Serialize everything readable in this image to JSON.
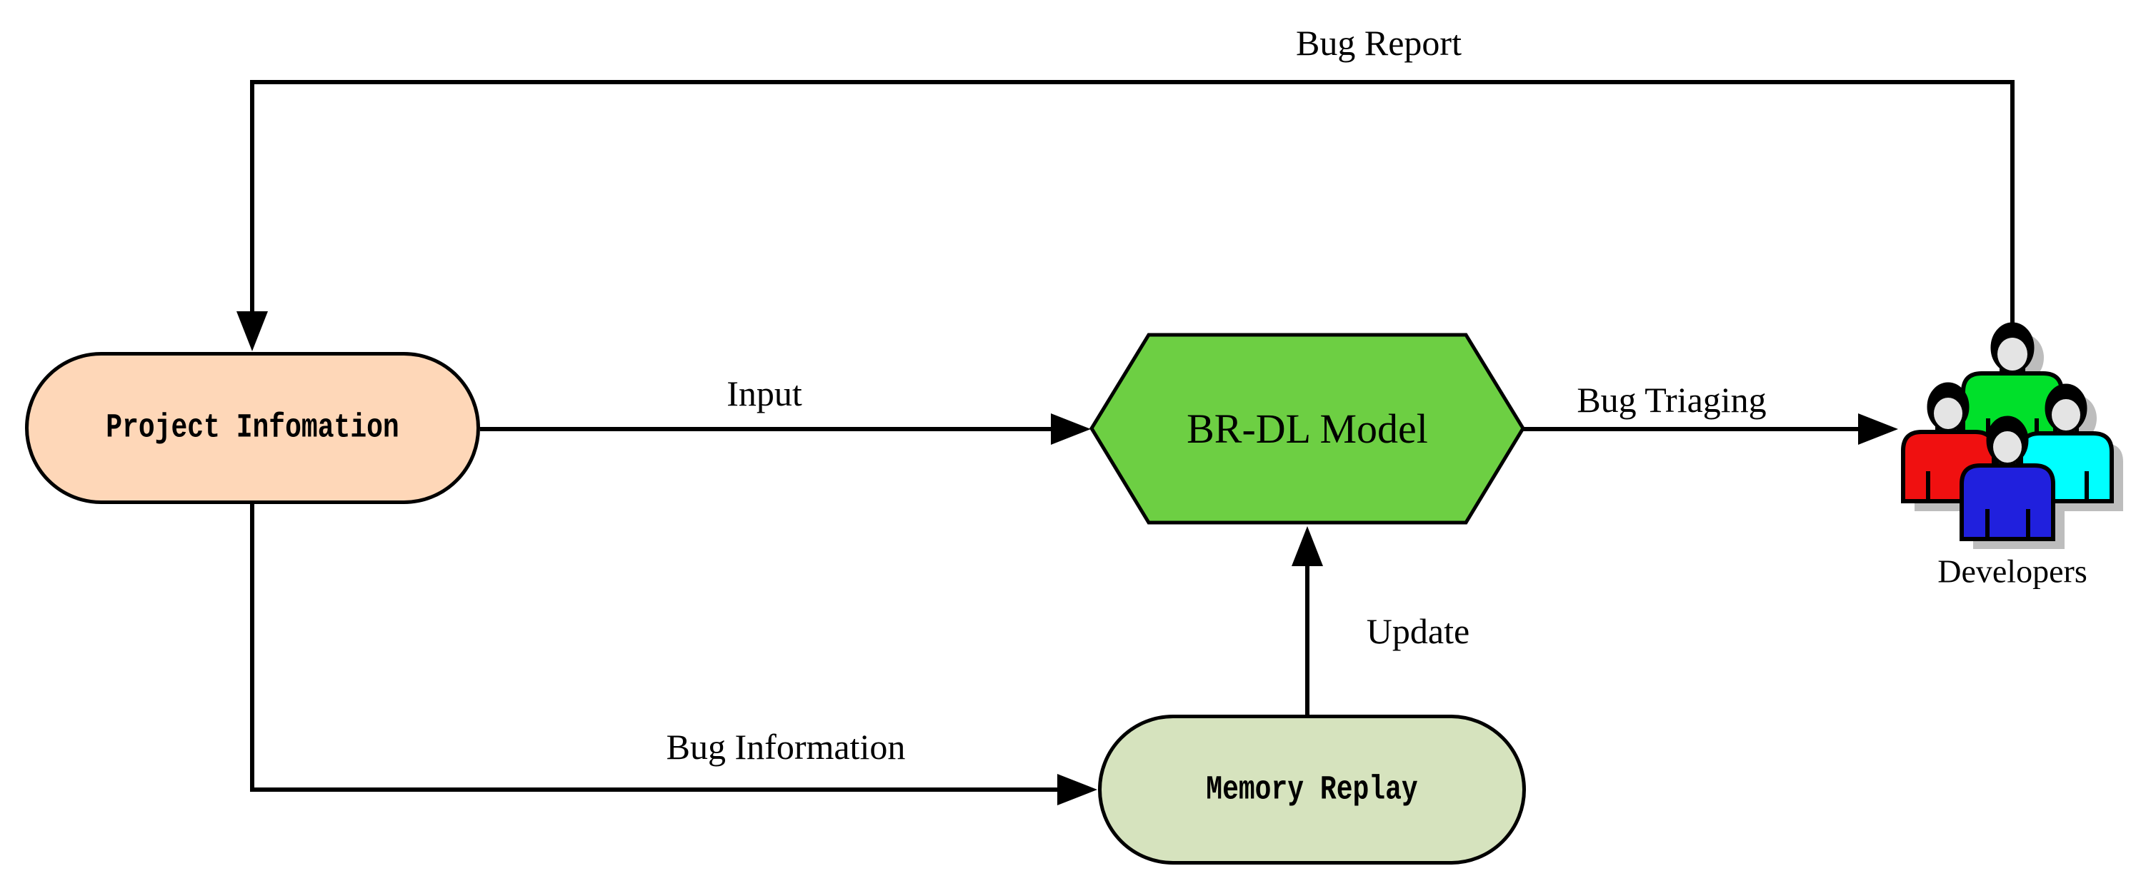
{
  "diagram": {
    "type": "flowchart",
    "background": "#FFFFFF",
    "line_color": "#000000",
    "nodes": {
      "project_information": {
        "label": "Project Infomation",
        "shape": "stadium",
        "fill": "#FED7B8",
        "border": "#000000"
      },
      "br_dl_model": {
        "label": "BR-DL Model",
        "shape": "hexagon",
        "fill": "#6DCF43",
        "border": "#000000"
      },
      "memory_replay": {
        "label": "Memory Replay",
        "shape": "stadium",
        "fill": "#D6E3BE",
        "border": "#000000"
      },
      "developers": {
        "label": "Developers",
        "shape": "people-icon"
      }
    },
    "edges": [
      {
        "label": "Bug Report",
        "from": "developers",
        "to": "project_information"
      },
      {
        "label": "Input",
        "from": "project_information",
        "to": "br_dl_model"
      },
      {
        "label": "Bug Triaging",
        "from": "br_dl_model",
        "to": "developers"
      },
      {
        "label": "Update",
        "from": "memory_replay",
        "to": "br_dl_model"
      },
      {
        "label": "Bug Information",
        "from": "project_information",
        "to": "memory_replay"
      }
    ],
    "people_icon": {
      "shirt_colors": [
        "#00E02A",
        "#F01010",
        "#00FFFF",
        "#2020DD"
      ],
      "face_color": "#E4E4E4",
      "hair_color": "#000000",
      "shadow_color": "#BDBDBD"
    }
  }
}
